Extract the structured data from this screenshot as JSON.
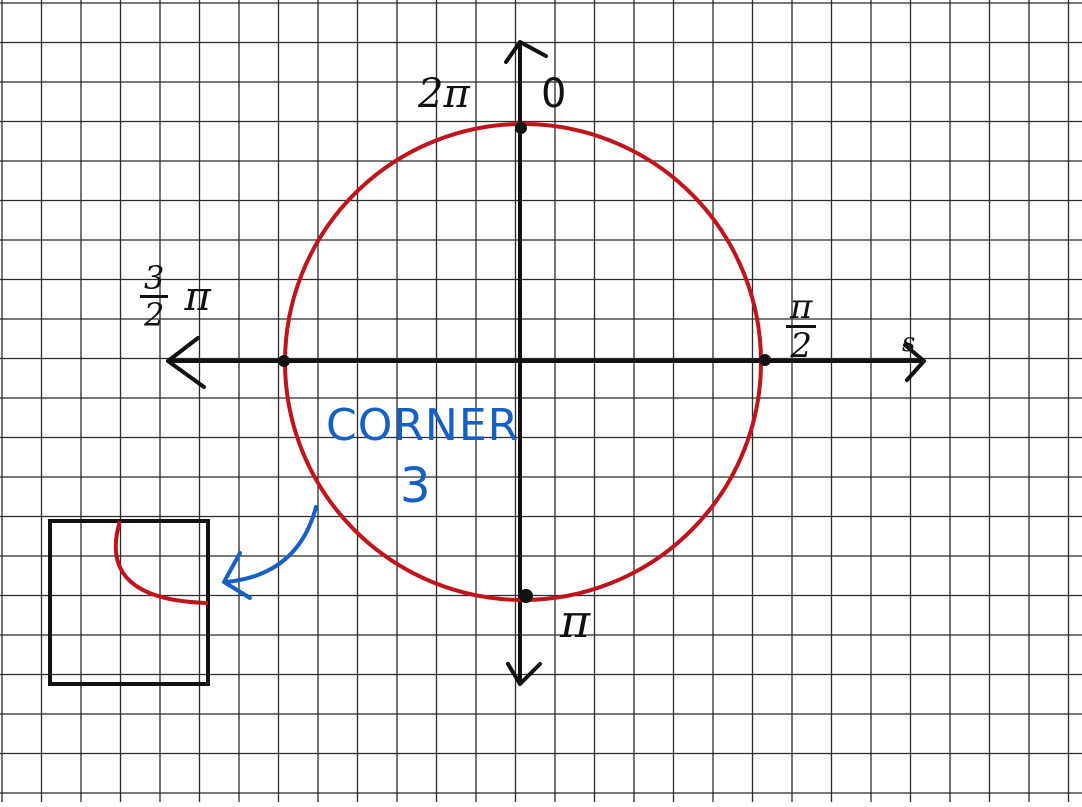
{
  "colors": {
    "grid": "#2b2b2b",
    "axis": "#111111",
    "circle": "#c0141b",
    "annotation": "#1660c4"
  },
  "labels": {
    "top_left": "2π",
    "top_right": "0",
    "right_num": "π",
    "right_den": "2",
    "bottom": "π",
    "left_num": "3",
    "left_den": "2",
    "left_sym": "π",
    "axis_end": "s"
  },
  "annotation": {
    "line1": "CORNER",
    "line2": "3"
  }
}
